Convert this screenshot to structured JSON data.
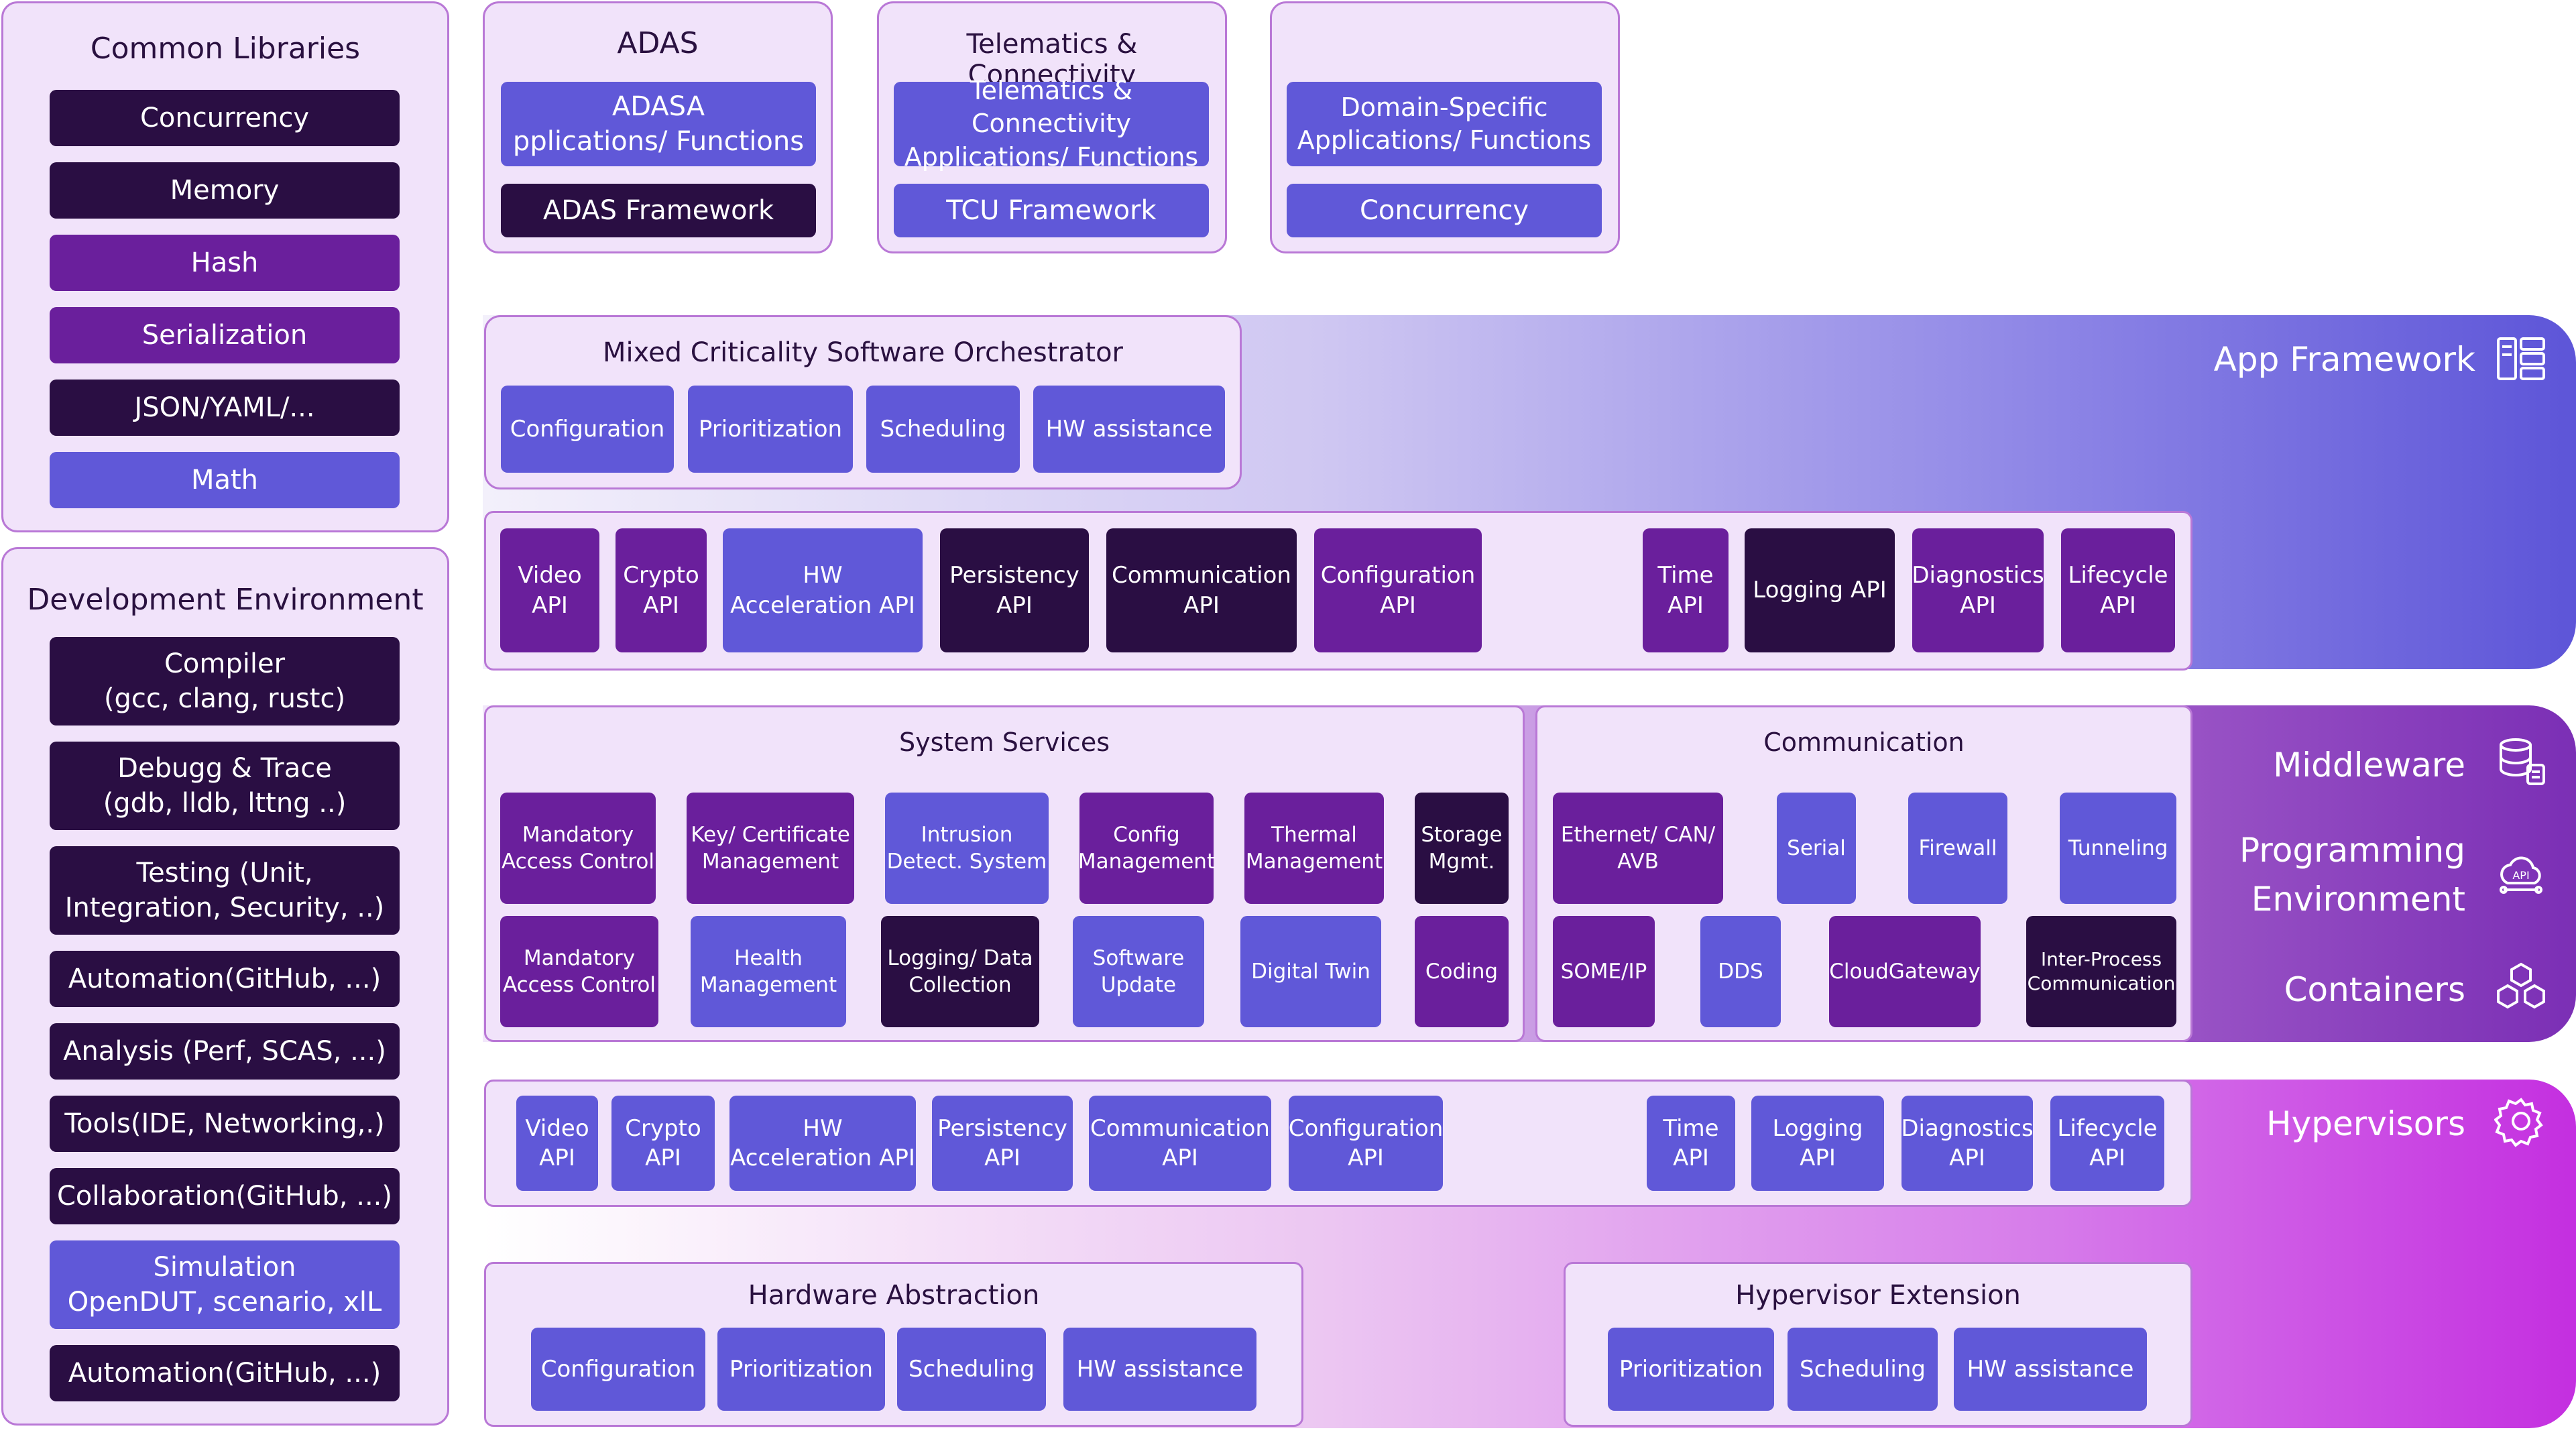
{
  "common_libraries": {
    "title": "Common Libraries",
    "items": [
      "Concurrency",
      "Memory",
      "Hash",
      "Serialization",
      "JSON/YAML/...",
      "Math"
    ]
  },
  "development_environment": {
    "title": "Development Environment",
    "items": [
      "Compiler\n(gcc, clang, rustc)",
      "Debugg & Trace\n(gdb, lldb, lttng ..)",
      "Testing (Unit,\nIntegration, Security, ..)",
      "Automation(GitHub, ...)",
      "Analysis (Perf, SCAS, ...)",
      "Tools(IDE, Networking,.)",
      "Collaboration(GitHub, ...)",
      "Simulation\nOpenDUT, scenario, xlL",
      "Automation(GitHub, ...)"
    ]
  },
  "apps": [
    {
      "title": "ADAS",
      "items": [
        "ADASA\npplications/ Functions",
        "ADAS Framework"
      ]
    },
    {
      "title": "Telematics & Connectivity",
      "items": [
        "Telematics & Connectivity\nApplications/ Functions",
        "TCU Framework"
      ]
    },
    {
      "title": "",
      "items": [
        "Domain-Specific\nApplications/ Functions",
        "Concurrency"
      ]
    }
  ],
  "orchestrator": {
    "title": "Mixed Criticality Software Orchestrator",
    "items": [
      "Configuration",
      "Prioritization",
      "Scheduling",
      "HW assistance"
    ]
  },
  "api_row_1": [
    "Video\nAPI",
    "Crypto\nAPI",
    "HW\nAcceleration API",
    "Persistency\nAPI",
    "Communication\nAPI",
    "Configuration\nAPI",
    "Time\nAPI",
    "Logging API",
    "Diagnostics\nAPI",
    "Lifecycle\nAPI"
  ],
  "system_services": {
    "title": "System Services",
    "items": [
      "Mandatory\nAccess Control",
      "Key/ Certificate\nManagement",
      "Intrusion\nDetect. System",
      "Config\nManagement",
      "Thermal\nManagement",
      "Storage\nMgmt.",
      "Mandatory\nAccess Control",
      "Health\nManagement",
      "Logging/ Data\nCollection",
      "Software\nUpdate",
      "Digital Twin",
      "Coding"
    ]
  },
  "communication": {
    "title": "Communication",
    "items": [
      "Ethernet/ CAN/\nAVB",
      "Serial",
      "Firewall",
      "Tunneling",
      "SOME/IP",
      "DDS",
      "CloudGateway",
      "Inter-Process\nCommunication"
    ]
  },
  "api_row_2": [
    "Video\nAPI",
    "Crypto\nAPI",
    "HW\nAcceleration API",
    "Persistency\nAPI",
    "Communication\nAPI",
    "Configuration\nAPI",
    "Time\nAPI",
    "Logging API",
    "Diagnostics\nAPI",
    "Lifecycle\nAPI"
  ],
  "hardware_abstraction": {
    "title": "Hardware Abstraction",
    "items": [
      "Configuration",
      "Prioritization",
      "Scheduling",
      "HW assistance"
    ]
  },
  "hypervisor_extension": {
    "title": "Hypervisor Extension",
    "items": [
      "Prioritization",
      "Scheduling",
      "HW assistance"
    ]
  },
  "layers": {
    "app_framework": {
      "label": "App Framework",
      "icon": "app-framework-icon"
    },
    "middleware": {
      "label": "Middleware",
      "icon": "database-icon"
    },
    "programming_environment": {
      "label": "Programming\nEnvironment",
      "icon": "api-icon"
    },
    "containers": {
      "label": "Containers",
      "icon": "containers-icon"
    },
    "hypervisors": {
      "label": "Hypervisors",
      "icon": "gear-icon"
    }
  },
  "colors": {
    "dark": "#2a0e43",
    "purple": "#6a1f9c",
    "blue": "#6058d8",
    "panel": "#f1e3fa",
    "panel_border": "#b978d6"
  }
}
